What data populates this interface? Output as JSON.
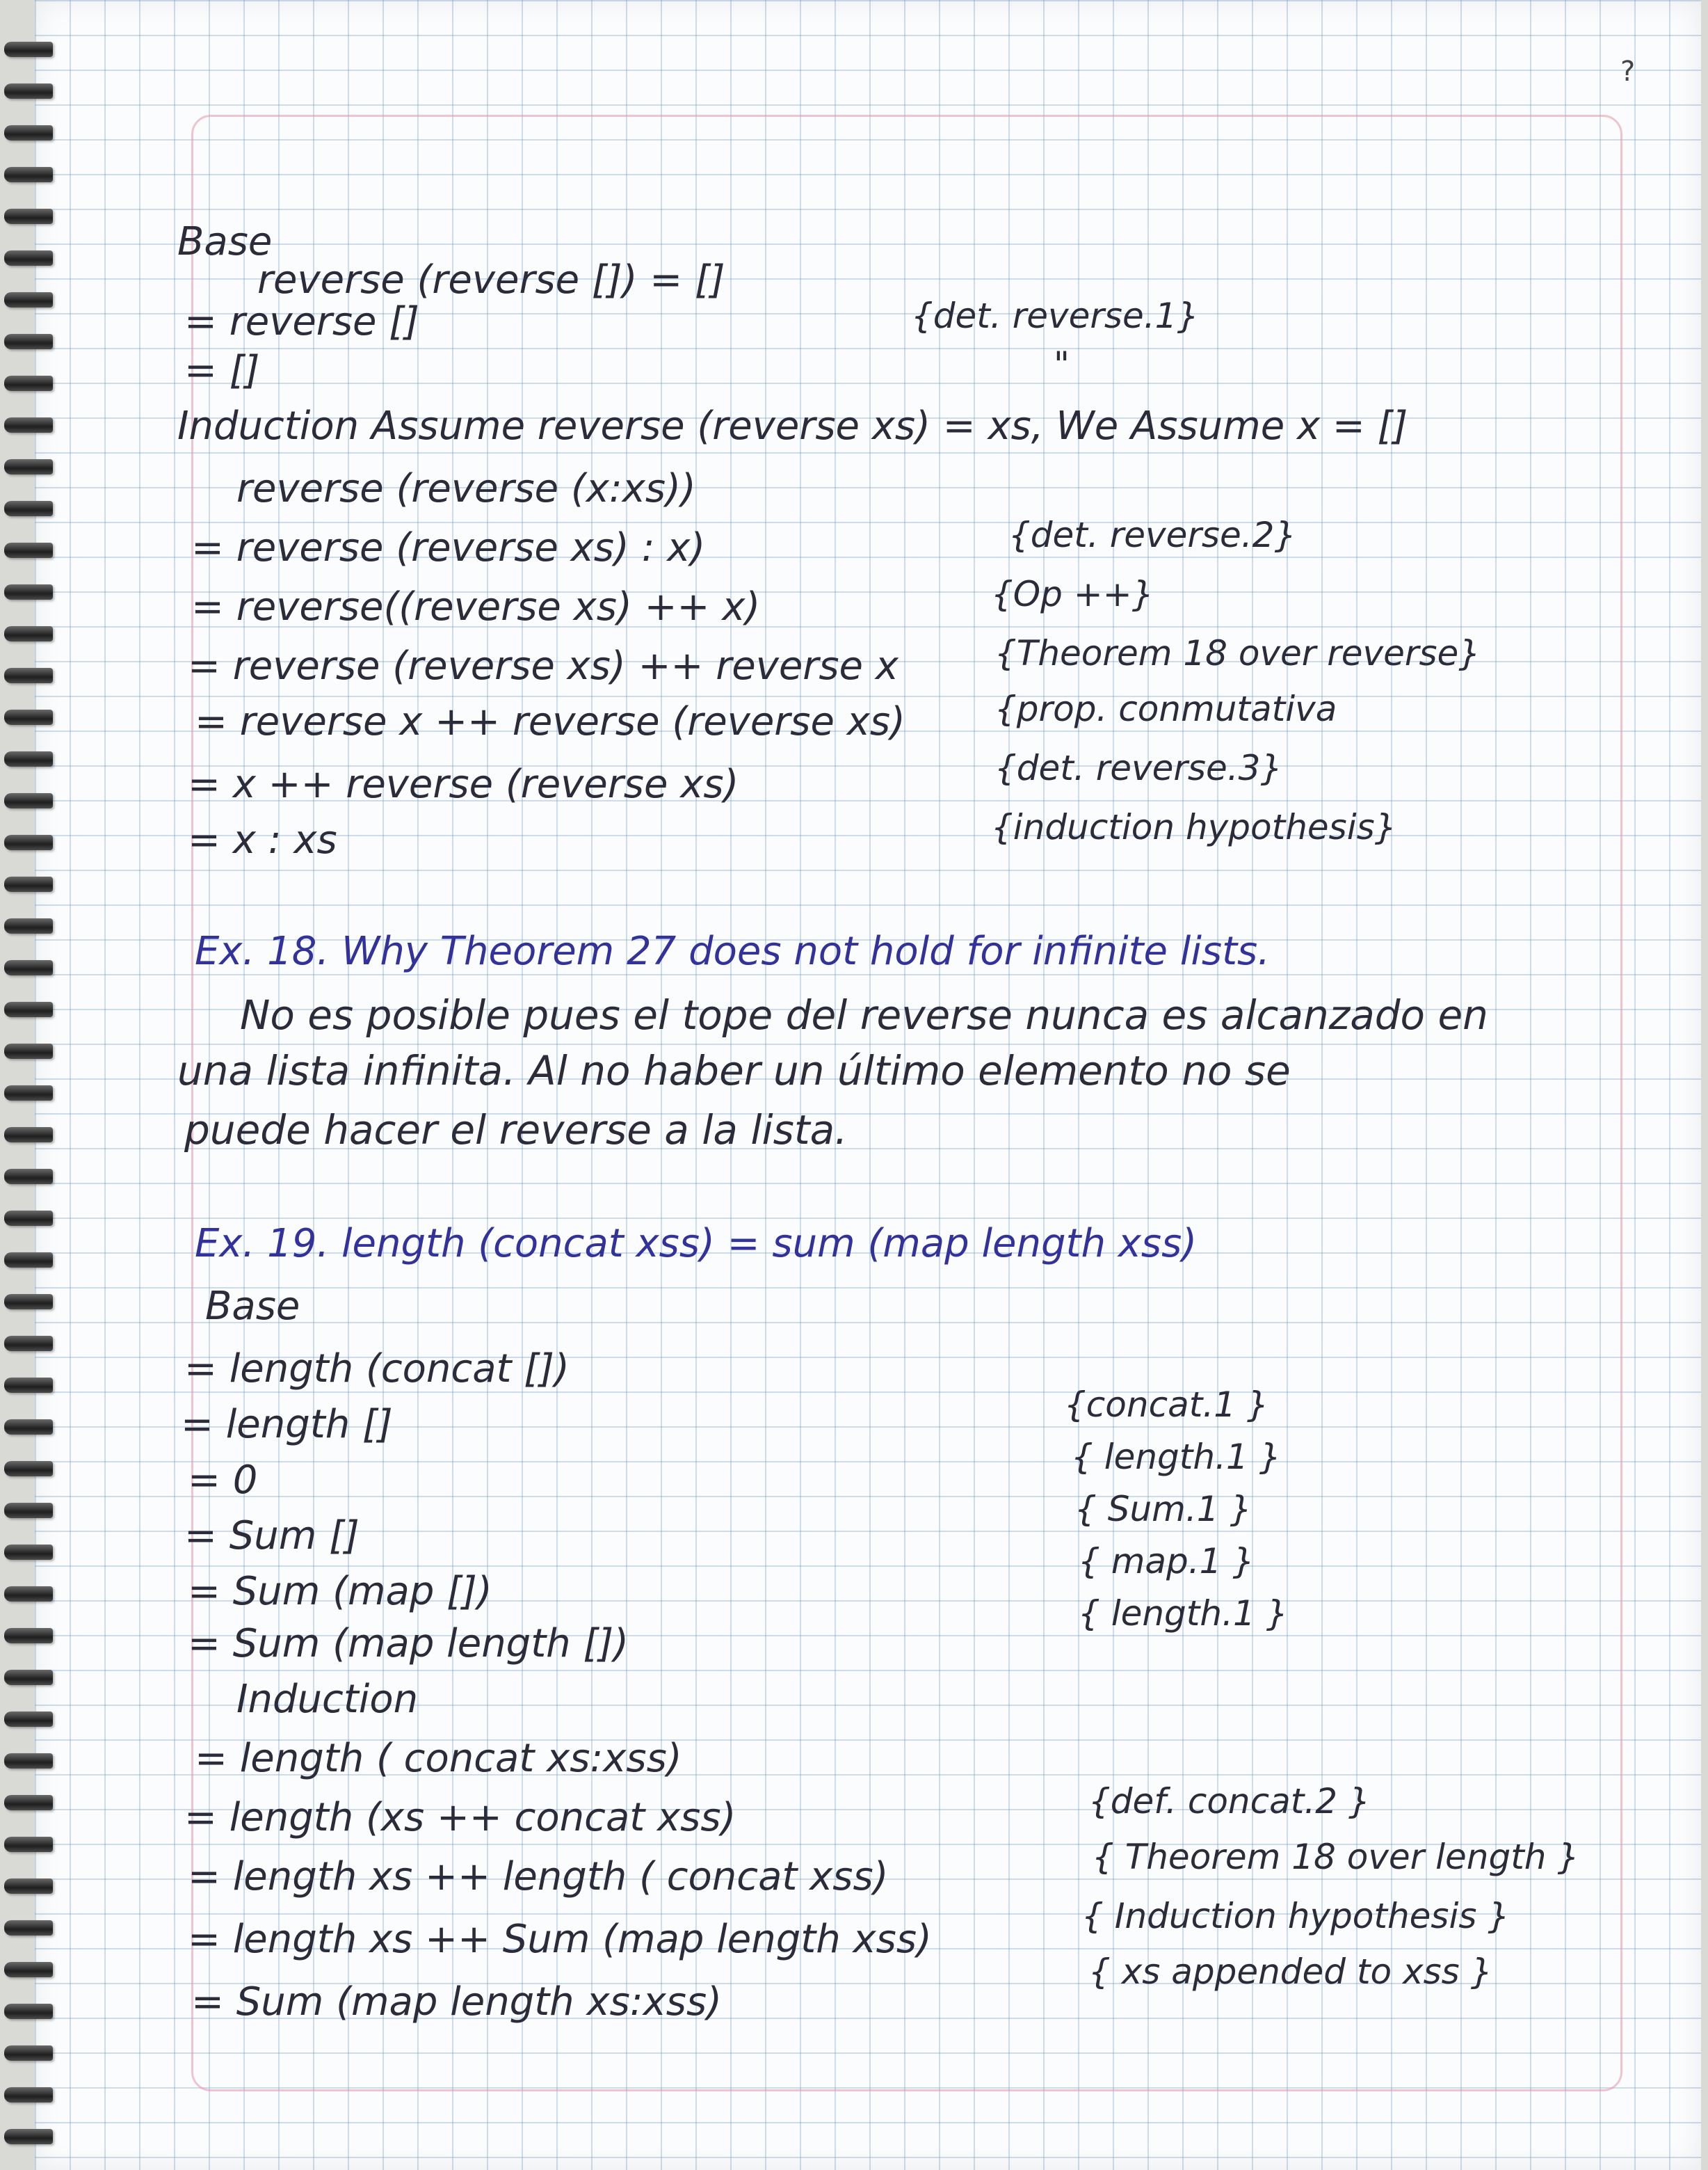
{
  "page": {
    "corner_mark": "?",
    "ex17": {
      "base_label": "Base",
      "base_lines": [
        {
          "expr": "reverse (reverse []) = []",
          "just": ""
        },
        {
          "expr": "= reverse []",
          "just": "{det. reverse.1}"
        },
        {
          "expr": "= []",
          "just": "\""
        }
      ],
      "induction_header": "Induction  Assume reverse (reverse xs) = xs, We Assume x = []",
      "induction_lines": [
        {
          "expr": "reverse (reverse (x:xs))",
          "just": ""
        },
        {
          "expr": "= reverse (reverse xs) : x)",
          "just": "{det. reverse.2}"
        },
        {
          "expr": "= reverse((reverse xs) ++ x)",
          "just": "{Op ++}"
        },
        {
          "expr": "= reverse (reverse xs) ++ reverse x",
          "just": "{Theorem 18 over reverse}"
        },
        {
          "expr": "= reverse x ++ reverse (reverse xs)",
          "just": "{prop. conmutativa"
        },
        {
          "expr": "= x ++ reverse (reverse xs)",
          "just": "{det. reverse.3}"
        },
        {
          "expr": "= x : xs",
          "just": "{induction hypothesis}"
        }
      ]
    },
    "ex18": {
      "title": "Ex. 18. Why Theorem 27 does not hold for infinite lists.",
      "answer_lines": [
        "No es posible pues el tope del reverse nunca es alcanzado en",
        "una lista infinita. Al no haber un último elemento no se",
        "puede hacer el reverse a la lista."
      ]
    },
    "ex19": {
      "title": "Ex. 19. length (concat xss) = sum (map length xss)",
      "base_label": "Base",
      "base_lines": [
        {
          "expr": "= length (concat [])",
          "just": ""
        },
        {
          "expr": "= length []",
          "just": "{concat.1 }"
        },
        {
          "expr": "= 0",
          "just": "{ length.1 }"
        },
        {
          "expr": "= Sum []",
          "just": "{ Sum.1 }"
        },
        {
          "expr": "= Sum (map [])",
          "just": "{ map.1 }"
        },
        {
          "expr": "= Sum (map length [])",
          "just": "{ length.1 }"
        }
      ],
      "induction_label": "Induction",
      "induction_lines": [
        {
          "expr": "= length ( concat xs:xss)",
          "just": ""
        },
        {
          "expr": "= length (xs ++ concat xss)",
          "just": "{def. concat.2 }"
        },
        {
          "expr": "= length xs ++ length ( concat xss)",
          "just": "{ Theorem 18 over length }"
        },
        {
          "expr": "= length xs ++ Sum (map length xss)",
          "just": "{ Induction hypothesis }"
        },
        {
          "expr": "= Sum (map length xs:xss)",
          "just": "{ xs appended to xss }"
        }
      ]
    }
  }
}
